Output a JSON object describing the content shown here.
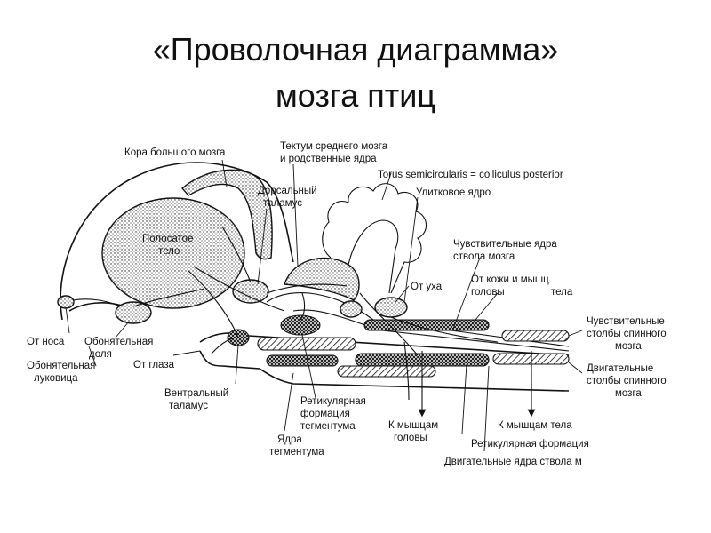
{
  "title": {
    "line1": "«Проволочная диаграмма»",
    "line2": "мозга птиц"
  },
  "labels": {
    "cortex": "Кора большого мозга",
    "tectum_1": "Тектум среднего мозга",
    "tectum_2": "и родственные ядра",
    "torus": "Torus semicircularis = colliculus posterior",
    "dorsal_thalamus_1": "Дорсальный",
    "dorsal_thalamus_2": "таламус",
    "cochlear": "Улитковое ядро",
    "striatum_1": "Полосатое",
    "striatum_2": "тело",
    "sensory_stem_1": "Чувствительные ядра",
    "sensory_stem_2": "ствола мозга",
    "from_skin_1": "От кожи и мышц",
    "from_skin_2": "головы",
    "from_skin_3": "тела",
    "from_ear": "От уха",
    "sensory_cols_1": "Чувствительные",
    "sensory_cols_2": "столбы спинного",
    "sensory_cols_3": "мозга",
    "from_nose": "От носа",
    "olf_lobe_1": "Обонятельная",
    "olf_lobe_2": "доля",
    "olf_bulb_1": "Обонятельная",
    "olf_bulb_2": "луковица",
    "from_eye": "От глаза",
    "motor_cols_1": "Двигательные",
    "motor_cols_2": "столбы спинного",
    "motor_cols_3": "мозга",
    "ventral_thalamus_1": "Вентральный",
    "ventral_thalamus_2": "таламус",
    "reticular_teg_1": "Ретикулярная",
    "reticular_teg_2": "формация",
    "reticular_teg_3": "тегментума",
    "to_head_1": "К мышцам",
    "to_head_2": "головы",
    "to_body": "К мышцам тела",
    "teg_nuclei_1": "Ядра",
    "teg_nuclei_2": "тегментума",
    "reticular": "Ретикулярная формация",
    "motor_stem": "Двигательные ядра ствола м"
  }
}
